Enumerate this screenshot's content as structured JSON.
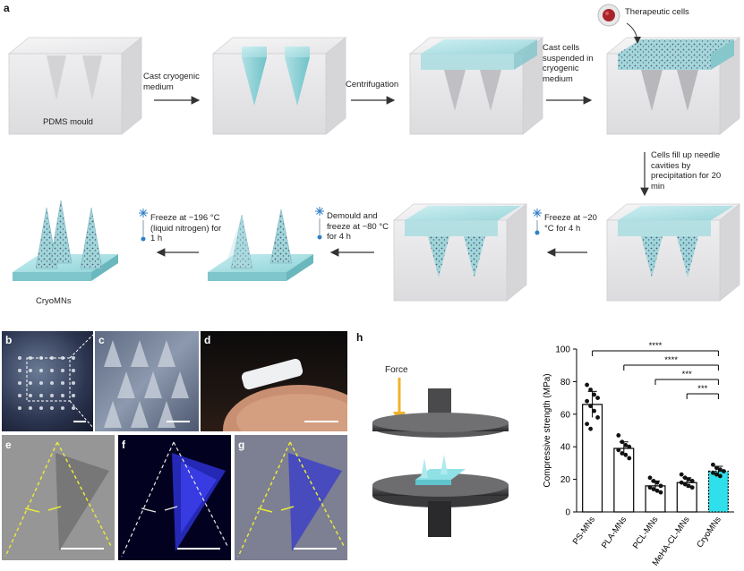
{
  "panel_a": {
    "letter": "a",
    "labels": {
      "pdms": "PDMS mould",
      "cast_medium": "Cast cryogenic medium",
      "centrifugation": "Centrifugation",
      "cast_cells": "Cast cells suspended in cryogenic medium",
      "therapeutic": "Therapeutic cells",
      "fill": "Cells fill up needle cavities by precipitation for 20 min",
      "freeze20": "Freeze at −20 °C for 4 h",
      "demould": "Demould and freeze at −80 °C for 4 h",
      "freeze196": "Freeze at −196 °C (liquid nitrogen) for 1 h",
      "cryomns": "CryoMNs"
    },
    "colors": {
      "mould": "#e4e4e6",
      "medium": "#9fd8dc",
      "cell": "#a8242a"
    }
  },
  "panels": {
    "b": "b",
    "c": "c",
    "d": "d",
    "e": "e",
    "f": "f",
    "g": "g",
    "h": "h"
  },
  "panel_h": {
    "force_label": "Force",
    "force_color": "#f0b429",
    "cryomn_color": "#8fe1e6"
  },
  "chart_data": {
    "type": "bar",
    "categories": [
      "PS-MNs",
      "PLA-MNs",
      "PCL-MNs",
      "MeHA-CL-MNs",
      "CryoMNs"
    ],
    "values": [
      66,
      39,
      16,
      18,
      25
    ],
    "errors": [
      8,
      4,
      3,
      3,
      3
    ],
    "points": [
      [
        78,
        75,
        72,
        70,
        68,
        65,
        62,
        58,
        54,
        51
      ],
      [
        47,
        43,
        41,
        40,
        38,
        36,
        35,
        33
      ],
      [
        21,
        19,
        18,
        16,
        15,
        14,
        13,
        12
      ],
      [
        23,
        21,
        20,
        19,
        18,
        17,
        16,
        15
      ],
      [
        29,
        27,
        26,
        25,
        24,
        23,
        22
      ]
    ],
    "ylabel": "Compressive strength (MPa)",
    "ylim": [
      0,
      100
    ],
    "yticks": [
      0,
      20,
      40,
      60,
      80,
      100
    ],
    "significance": [
      {
        "from": 0,
        "to": 4,
        "label": "****"
      },
      {
        "from": 1,
        "to": 4,
        "label": "****"
      },
      {
        "from": 2,
        "to": 4,
        "label": "***"
      },
      {
        "from": 3,
        "to": 4,
        "label": "***"
      }
    ],
    "colors": {
      "bars": "#ffffff",
      "cryomn_fill": "#2fe0ec",
      "edge": "#000000"
    }
  }
}
